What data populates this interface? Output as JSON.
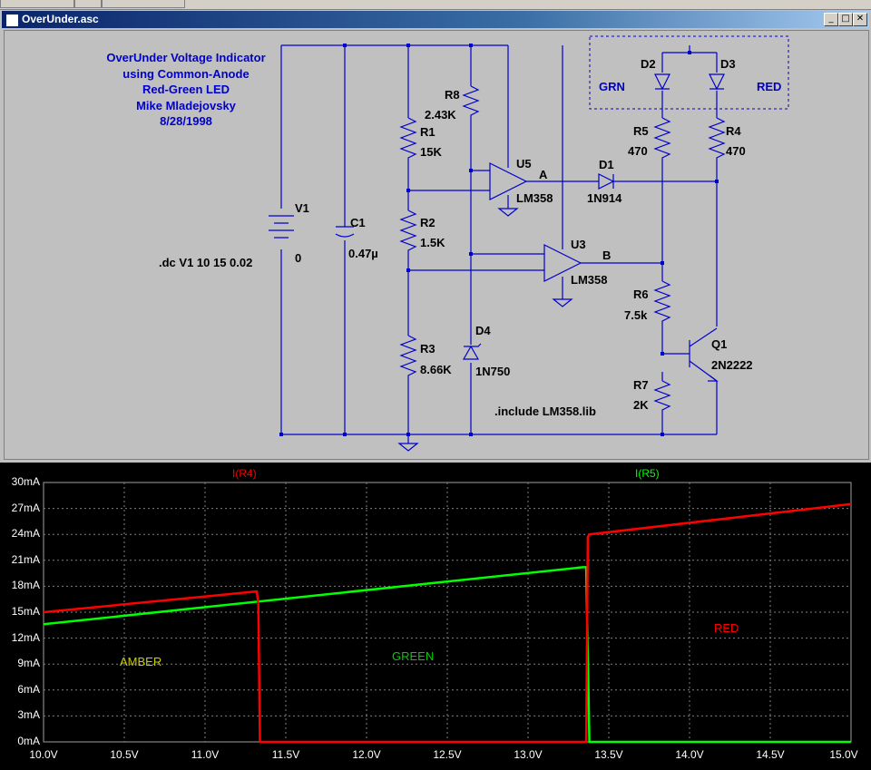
{
  "window": {
    "title": "OverUnder.asc",
    "buttons": [
      "_",
      "□",
      "✕"
    ]
  },
  "schematic": {
    "header_lines": [
      "OverUnder Voltage Indicator",
      "using Common-Anode",
      "Red-Green LED",
      "Mike Mladejovsky",
      "8/28/1998"
    ],
    "directive_dc": ".dc V1 10 15 0.02",
    "directive_include": ".include LM358.lib",
    "components": {
      "V1": {
        "name": "V1",
        "value": "0"
      },
      "C1": {
        "name": "C1",
        "value": "0.47µ"
      },
      "R1": {
        "name": "R1",
        "value": "15K"
      },
      "R2": {
        "name": "R2",
        "value": "1.5K"
      },
      "R3": {
        "name": "R3",
        "value": "8.66K"
      },
      "R8": {
        "name": "R8",
        "value": "2.43K"
      },
      "D4": {
        "name": "D4",
        "value": "1N750"
      },
      "U5": {
        "name": "U5",
        "value": "LM358",
        "net": "A"
      },
      "U3": {
        "name": "U3",
        "value": "LM358",
        "net": "B"
      },
      "D1": {
        "name": "D1",
        "value": "1N914"
      },
      "D2": {
        "name": "D2",
        "tag": "GRN"
      },
      "D3": {
        "name": "D3",
        "tag": "RED"
      },
      "R5": {
        "name": "R5",
        "value": "470"
      },
      "R4": {
        "name": "R4",
        "value": "470"
      },
      "R6": {
        "name": "R6",
        "value": "7.5k"
      },
      "R7": {
        "name": "R7",
        "value": "2K"
      },
      "Q1": {
        "name": "Q1",
        "value": "2N2222"
      }
    }
  },
  "chart_data": {
    "type": "line",
    "title": "",
    "xlabel": "",
    "ylabel": "",
    "xlim": [
      10.0,
      15.0
    ],
    "ylim": [
      0,
      30
    ],
    "x_ticks": [
      "10.0V",
      "10.5V",
      "11.0V",
      "11.5V",
      "12.0V",
      "12.5V",
      "13.0V",
      "13.5V",
      "14.0V",
      "14.5V",
      "15.0V"
    ],
    "y_ticks": [
      "0mA",
      "3mA",
      "6mA",
      "9mA",
      "12mA",
      "15mA",
      "18mA",
      "21mA",
      "24mA",
      "27mA",
      "30mA"
    ],
    "grid": true,
    "series": [
      {
        "name": "I(R4)",
        "color": "#ff0000",
        "x": [
          10.0,
          11.32,
          11.33,
          11.34,
          13.36,
          13.37,
          13.38,
          15.0
        ],
        "y": [
          15.0,
          17.4,
          16.0,
          0.0,
          0.0,
          23.7,
          24.0,
          27.5
        ]
      },
      {
        "name": "I(R5)",
        "color": "#00ff00",
        "x": [
          10.0,
          13.34,
          13.36,
          13.38,
          15.0
        ],
        "y": [
          13.6,
          20.2,
          20.2,
          0.0,
          0.0
        ]
      }
    ],
    "annotations": [
      {
        "text": "AMBER",
        "color": "#cccc00"
      },
      {
        "text": "GREEN",
        "color": "#00cc00"
      },
      {
        "text": "RED",
        "color": "#ff0000"
      }
    ]
  }
}
